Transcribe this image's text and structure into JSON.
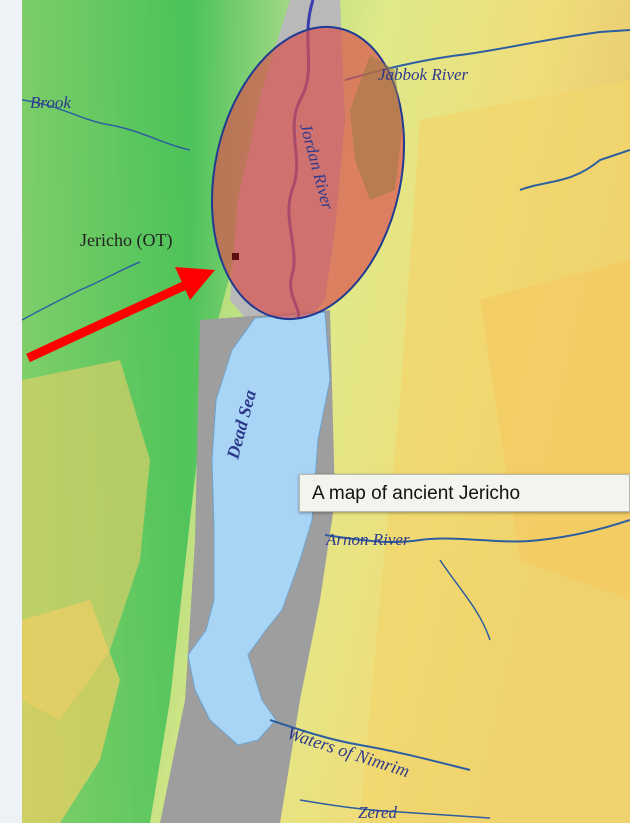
{
  "map": {
    "labels": {
      "brook": "Brook",
      "jabbok_river": "Jabbok River",
      "jordan_river": "Jordan River",
      "jericho": "Jericho (OT)",
      "dead_sea": "Dead Sea",
      "arnon_river": "Arnon River",
      "waters_of_nimrim": "Waters of Nimrim",
      "zered": "Zered"
    },
    "colors": {
      "highlight_fill": "#d9534f",
      "highlight_stroke": "#1f3a93",
      "arrow": "#ff0000",
      "water": "#a8d4f5",
      "river": "#3b3bb0"
    }
  },
  "tooltip": {
    "text": "A map of ancient Jericho"
  }
}
